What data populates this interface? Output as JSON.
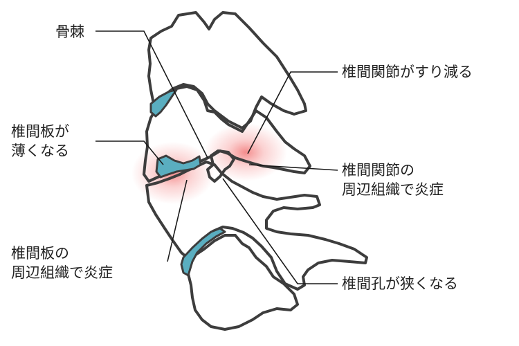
{
  "colors": {
    "outline": "#3d3d3d",
    "osteophyte": "#5aaec0",
    "inflammation": "#f06464",
    "leader": "#1a1a1a"
  },
  "labels": {
    "bone_spur": "骨棘",
    "facet_wear": "椎間関節がすり減る",
    "disc_thinning": [
      "椎間板が",
      "薄くなる"
    ],
    "facet_inflammation": [
      "椎間関節の",
      "周辺組織で炎症"
    ],
    "disc_inflammation": [
      "椎間板の",
      "周辺組織で炎症"
    ],
    "foramen_narrowing": "椎間孔が狭くなる"
  }
}
